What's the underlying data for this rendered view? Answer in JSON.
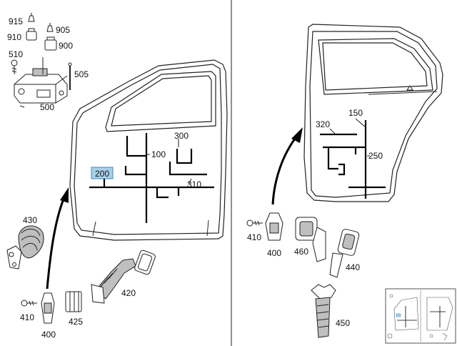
{
  "diagram": {
    "highlight_color": "#a8d0ea",
    "front_door": {
      "labels": {
        "p915": "915",
        "p910": "910",
        "p905": "905",
        "p900": "900",
        "p510": "510",
        "p505": "505",
        "p500": "500",
        "p300": "300",
        "p100": "100",
        "p200": "200",
        "p310": "310",
        "p430": "430",
        "p420": "420",
        "p410": "410",
        "p425": "425",
        "p400": "400"
      }
    },
    "rear_door": {
      "labels": {
        "p150": "150",
        "p320": "320",
        "p250": "250",
        "p410": "410",
        "p400": "400",
        "p460": "460",
        "p440": "440",
        "p450": "450"
      }
    },
    "thumbnail": {
      "shown": true
    }
  }
}
